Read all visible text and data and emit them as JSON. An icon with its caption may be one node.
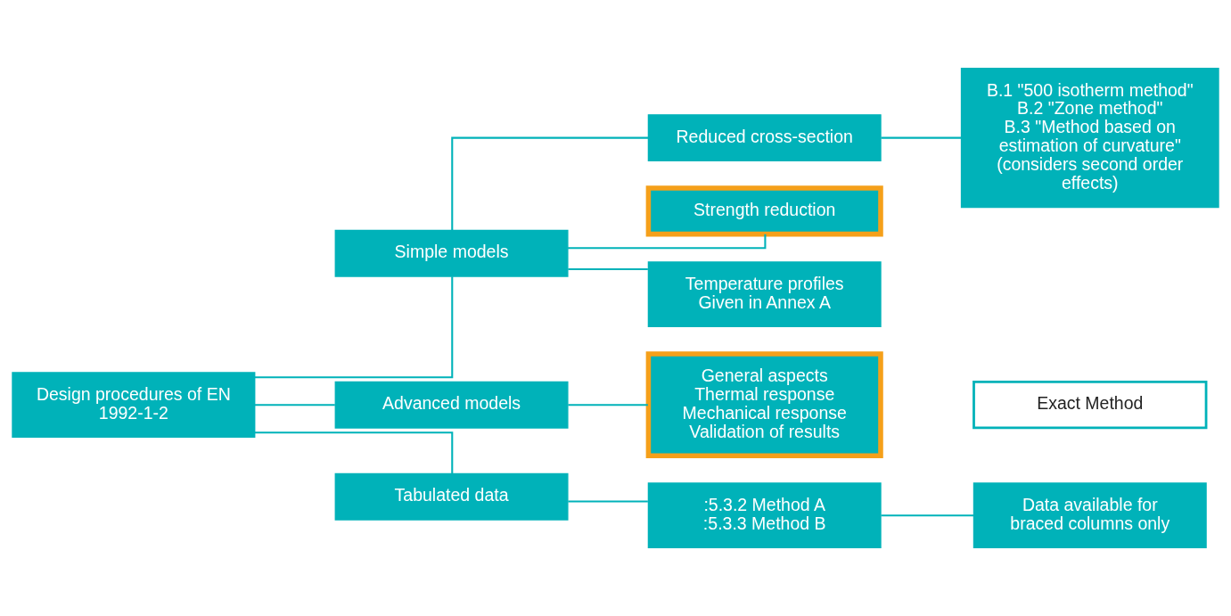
{
  "diagram": {
    "nodes": [
      {
        "text": [
          "Design procedures of EN 1992-1-2"
        ]
      },
      {
        "text": [
          "Simple models"
        ]
      },
      {
        "text": [
          "Advanced models"
        ]
      },
      {
        "text": [
          "Tabulated data"
        ]
      },
      {
        "text": [
          "Reduced cross-section"
        ]
      },
      {
        "text": [
          "Strength reduction"
        ]
      },
      {
        "text": [
          "Temperature profiles Given in Annex A"
        ]
      },
      {
        "text": [
          "General aspects",
          "Thermal response",
          "Mechanical response",
          "Validation of results"
        ]
      },
      {
        "text": [
          ":5.3.2 Method A",
          ":5.3.3 Method B"
        ]
      },
      {
        "text": [
          "B.1 \"500 isotherm method\"",
          "B.2 \"Zone method\"",
          "B.3 \"Method based on estimation of curvature\" (considers second order effects)"
        ]
      },
      {
        "text": [
          "Exact Method"
        ]
      },
      {
        "text": [
          "Data available for braced columns only"
        ]
      }
    ],
    "edges": [
      {
        "from": 0,
        "to": 1,
        "arrow": "none"
      },
      {
        "from": 0,
        "to": 2,
        "arrow": "none"
      },
      {
        "from": 0,
        "to": 3,
        "arrow": "none"
      },
      {
        "from": 1,
        "to": 4,
        "arrow": "none"
      },
      {
        "from": 1,
        "to": 5,
        "arrow": "none"
      },
      {
        "from": 1,
        "to": 6,
        "arrow": "none"
      },
      {
        "from": 2,
        "to": 7,
        "arrow": "none"
      },
      {
        "from": 3,
        "to": 8,
        "arrow": "none"
      },
      {
        "from": 4,
        "to": 9,
        "arrow": "none"
      },
      {
        "from": 8,
        "to": 11,
        "arrow": "none"
      }
    ]
  }
}
